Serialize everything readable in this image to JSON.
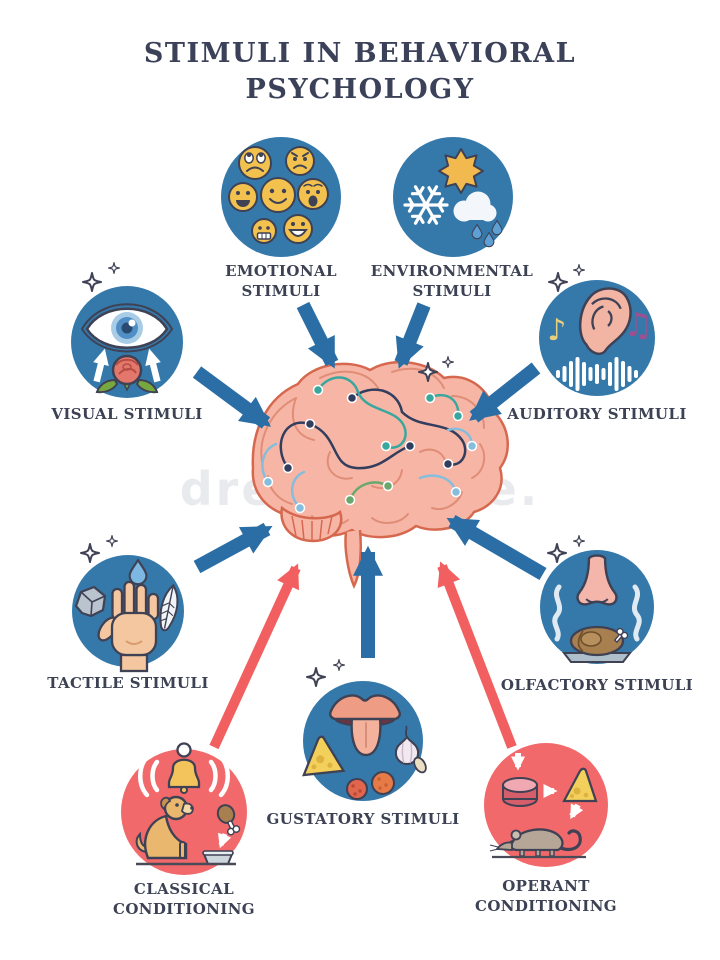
{
  "title": {
    "line1": "STIMULI IN BEHAVIORAL",
    "line2": "PSYCHOLOGY"
  },
  "watermark": "dreamstime.",
  "colors": {
    "stimulus_circle_blue": "#3579ab",
    "conditioning_circle_red": "#f2696b",
    "arrow_blue": "#2b6ea6",
    "arrow_red": "#f15f60",
    "outline_dark": "#3f4154",
    "brain_pink": "#f7b6a5",
    "brain_line": "#d5684f",
    "title_navy": "#3a4158",
    "label_navy": "#3c4254",
    "background": "#ffffff"
  },
  "nodes": [
    {
      "id": "emotional-stimuli",
      "icon": "emoji-faces-icon",
      "l1": "EMOTIONAL",
      "l2": "STIMULI"
    },
    {
      "id": "environmental-stimuli",
      "icon": "weather-icon",
      "l1": "ENVIRONMENTAL",
      "l2": "STIMULI"
    },
    {
      "id": "visual-stimuli",
      "icon": "eye-rose-icon",
      "l1": "VISUAL STIMULI",
      "l2": ""
    },
    {
      "id": "auditory-stimuli",
      "icon": "ear-music-icon",
      "l1": "AUDITORY STIMULI",
      "l2": ""
    },
    {
      "id": "tactile-stimuli",
      "icon": "hand-touch-icon",
      "l1": "TACTILE STIMULI",
      "l2": ""
    },
    {
      "id": "olfactory-stimuli",
      "icon": "nose-smell-icon",
      "l1": "OLFACTORY STIMULI",
      "l2": ""
    },
    {
      "id": "gustatory-stimuli",
      "icon": "mouth-taste-icon",
      "l1": "GUSTATORY STIMULI",
      "l2": ""
    },
    {
      "id": "classical-conditioning",
      "icon": "dog-bell-icon",
      "l1": "CLASSICAL",
      "l2": "CONDITIONING"
    },
    {
      "id": "operant-conditioning",
      "icon": "rat-lever-icon",
      "l1": "OPERANT",
      "l2": "CONDITIONING"
    }
  ],
  "center": {
    "id": "brain",
    "icon": "brain-icon"
  }
}
